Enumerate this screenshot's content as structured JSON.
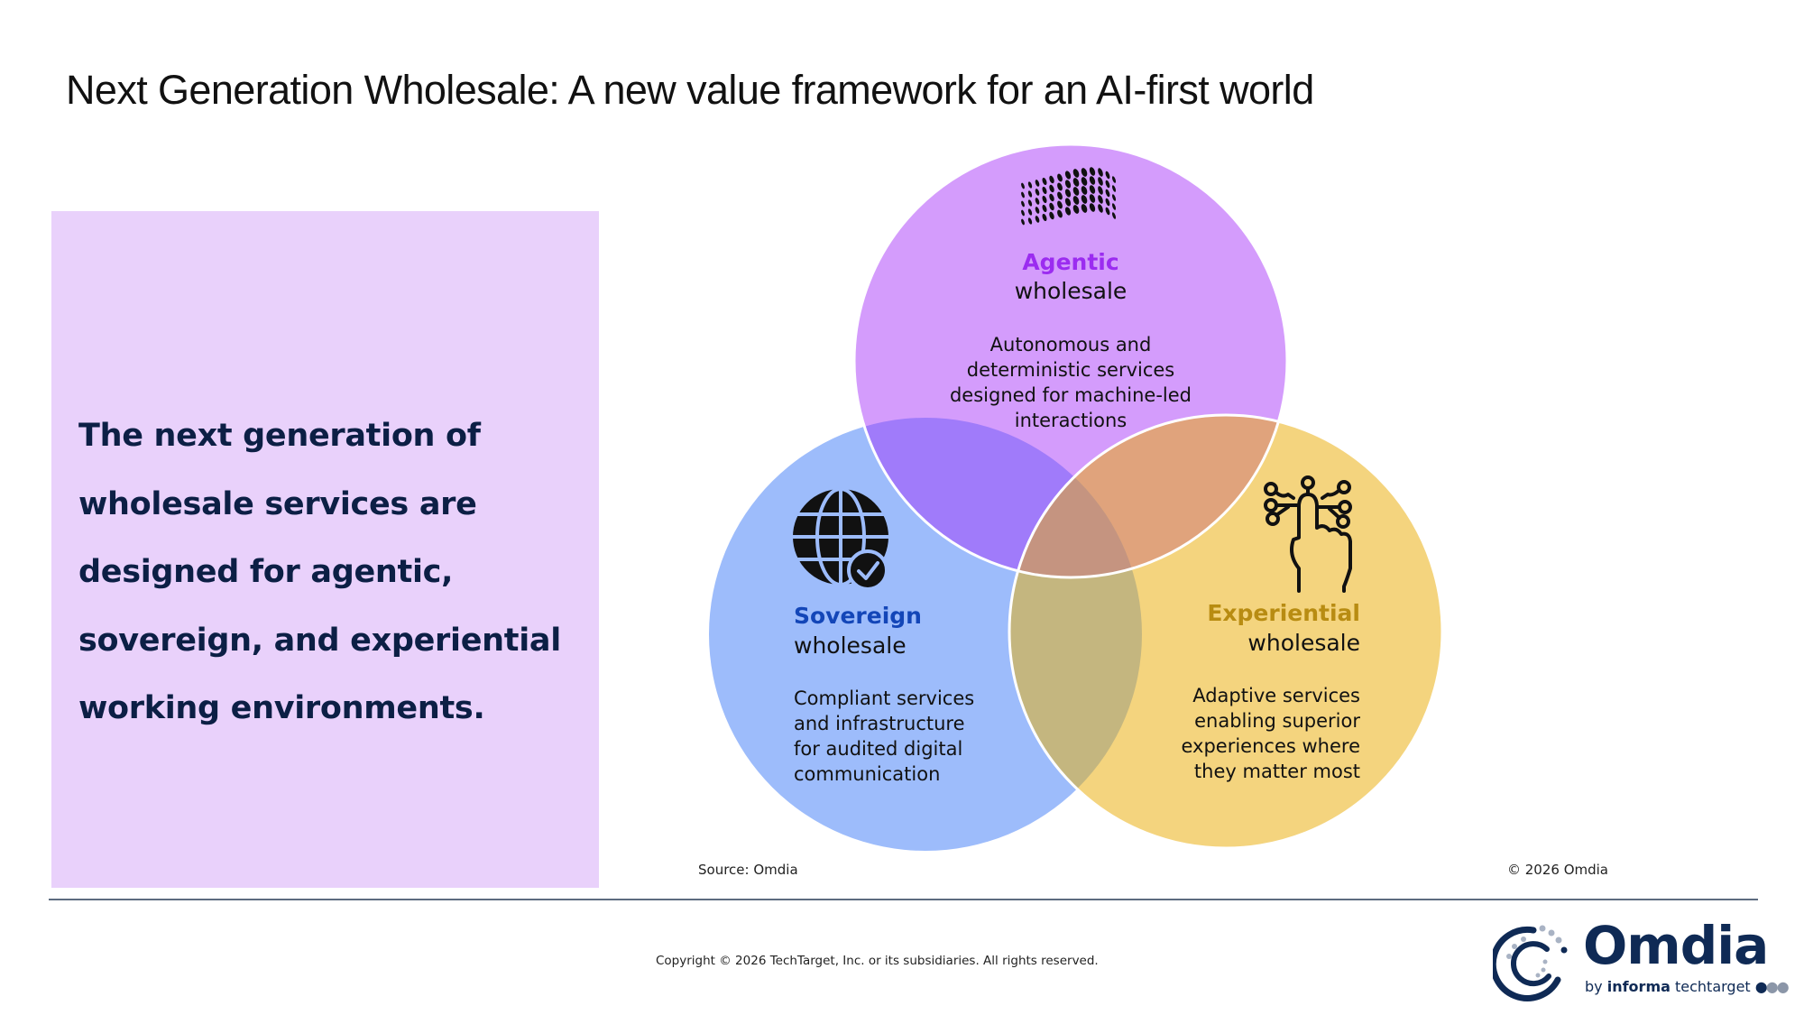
{
  "slide": {
    "title": "Next Generation Wholesale: A new value framework for an AI-first world"
  },
  "panel": {
    "text": "The next generation of wholesale services are designed for agentic, sovereign, and experiential working environments.",
    "background": "#e9d1fb",
    "text_color": "#0c1f45"
  },
  "venn": {
    "circles": [
      {
        "id": "agentic",
        "heading": "Agentic",
        "subheading": "wholesale",
        "description_lines": [
          "Autonomous and",
          "deterministic services",
          "designed for machine-led",
          "interactions"
        ],
        "icon": "dot-wave-icon",
        "fill": "#d49cfc",
        "heading_color": "#9b2cf0"
      },
      {
        "id": "sovereign",
        "heading": "Sovereign",
        "subheading": "wholesale",
        "description_lines": [
          "Compliant services",
          "and infrastructure",
          "for audited digital",
          "communication"
        ],
        "icon": "globe-check-icon",
        "fill": "#9dbcfb",
        "heading_color": "#1346b8"
      },
      {
        "id": "experiential",
        "heading": "Experiential",
        "subheading": "wholesale",
        "description_lines": [
          "Adaptive services",
          "enabling superior",
          "experiences where",
          "they matter most"
        ],
        "icon": "touch-network-icon",
        "fill": "#f4d47e",
        "heading_color": "#b88c12"
      }
    ],
    "overlap_colors": {
      "agentic_sovereign": "#a07bfa",
      "agentic_experiential": "#e0a37c",
      "sovereign_experiential": "#c4b67f",
      "all_three": "#c59480"
    }
  },
  "footer": {
    "source": "Source: Omdia",
    "copyright_omdia": "© 2026 Omdia",
    "copyright_line": "Copyright © 2026 TechTarget, Inc. or its subsidiaries. All rights reserved.",
    "logo_word": "Omdia",
    "logo_by": "by",
    "logo_informa": "informa",
    "logo_techtarget": "techtarget"
  }
}
